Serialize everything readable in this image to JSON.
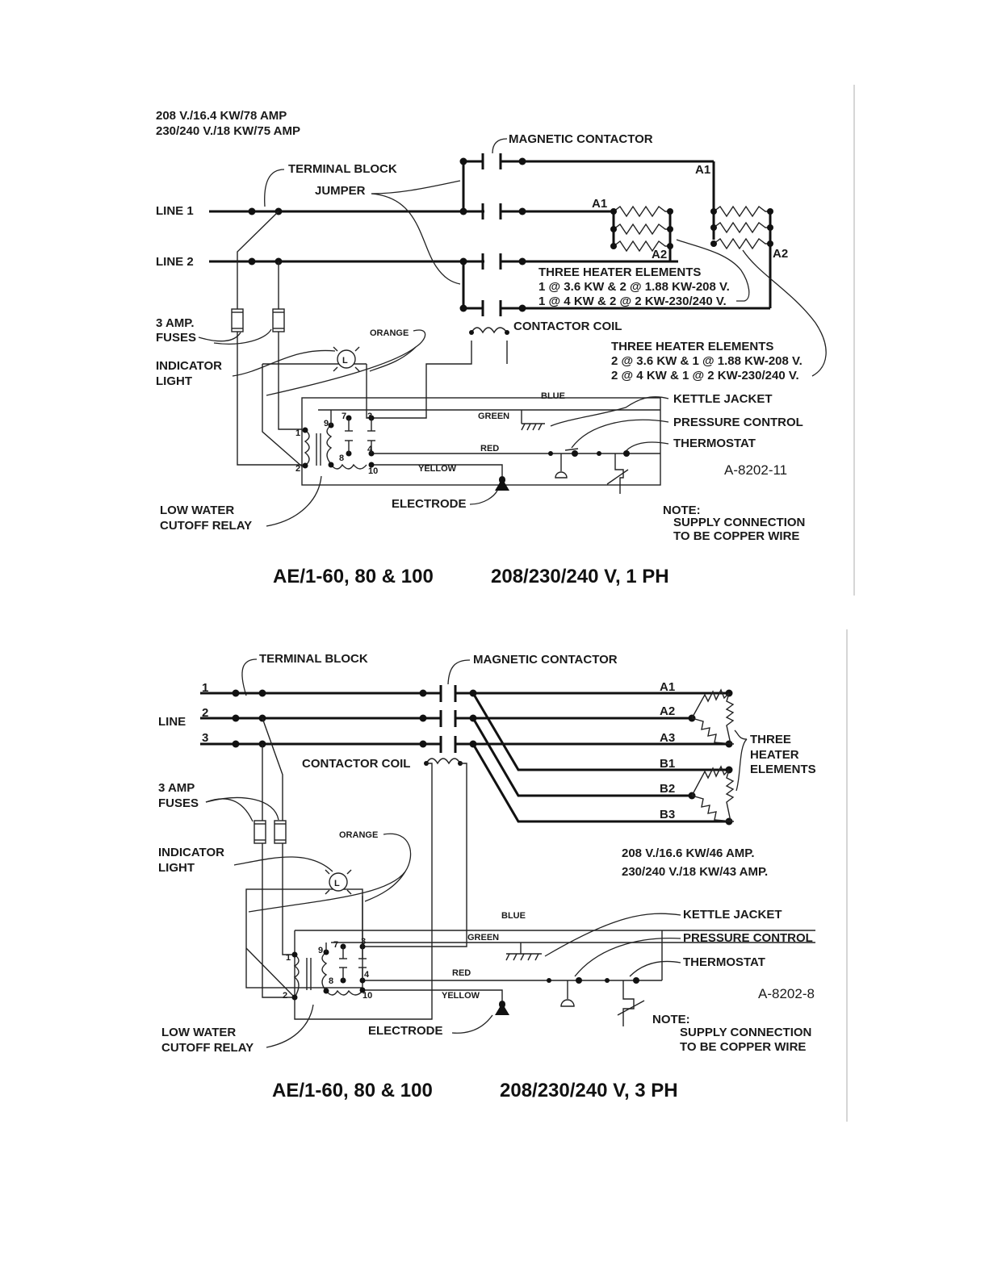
{
  "diagram_1ph": {
    "rating_line1": "208 V./16.4 KW/78 AMP",
    "rating_line2": "230/240 V./18 KW/75 AMP",
    "terminal_block": "TERMINAL BLOCK",
    "jumper": "JUMPER",
    "magnetic_contactor": "MAGNETIC CONTACTOR",
    "line1": "LINE 1",
    "line2": "LINE 2",
    "a1_left": "A1",
    "a2_left": "A2",
    "a1_right": "A1",
    "a2_right": "A2",
    "heater_set1": {
      "title": "THREE HEATER ELEMENTS",
      "line1": "1 @ 3.6 KW & 2 @ 1.88 KW-208 V.",
      "line2": "1 @ 4 KW & 2 @ 2 KW-230/240 V."
    },
    "heater_set2": {
      "title": "THREE HEATER ELEMENTS",
      "line1": "2 @ 3.6 KW & 1 @ 1.88 KW-208 V.",
      "line2": "2 @ 4 KW & 1 @ 2 KW-230/240 V."
    },
    "fuses_1": "3 AMP.",
    "fuses_2": "FUSES",
    "indicator_1": "INDICATOR",
    "indicator_2": "LIGHT",
    "lamp_letter": "L",
    "orange": "ORANGE",
    "contactor_coil": "CONTACTOR COIL",
    "blue": "BLUE",
    "green": "GREEN",
    "red": "RED",
    "yellow": "YELLOW",
    "kettle_jacket": "KETTLE JACKET",
    "pressure_control": "PRESSURE CONTROL",
    "thermostat": "THERMOSTAT",
    "drawing_code": "A-8202-11",
    "electrode": "ELECTRODE",
    "lwc_1": "LOW WATER",
    "lwc_2": "CUTOFF RELAY",
    "note_title": "NOTE:",
    "note_1": "SUPPLY CONNECTION",
    "note_2": "TO BE COPPER WIRE",
    "terminals": [
      "1",
      "2",
      "3",
      "4",
      "7",
      "8",
      "9",
      "10"
    ],
    "title_model": "AE/1-60,  80 & 100",
    "title_power": "208/230/240 V, 1 PH"
  },
  "diagram_3ph": {
    "terminal_block": "TERMINAL BLOCK",
    "magnetic_contactor": "MAGNETIC CONTACTOR",
    "line": "LINE",
    "line_nums": [
      "1",
      "2",
      "3"
    ],
    "outputs": [
      "A1",
      "A2",
      "A3",
      "B1",
      "B2",
      "B3"
    ],
    "heater_1": "THREE",
    "heater_2": "HEATER",
    "heater_3": "ELEMENTS",
    "contactor_coil": "CONTACTOR COIL",
    "fuses_1": "3 AMP",
    "fuses_2": "FUSES",
    "indicator_1": "INDICATOR",
    "indicator_2": "LIGHT",
    "lamp_letter": "L",
    "orange": "ORANGE",
    "rating_line1": "208 V./16.6 KW/46 AMP.",
    "rating_line2": "230/240 V./18 KW/43 AMP.",
    "blue": "BLUE",
    "green": "GREEN",
    "red": "RED",
    "yellow": "YELLOW",
    "kettle_jacket": "KETTLE JACKET",
    "pressure_control": "PRESSURE CONTROL",
    "thermostat": "THERMOSTAT",
    "drawing_code": "A-8202-8",
    "electrode": "ELECTRODE",
    "lwc_1": "LOW WATER",
    "lwc_2": "CUTOFF RELAY",
    "note_title": "NOTE:",
    "note_1": "SUPPLY CONNECTION",
    "note_2": "TO BE COPPER WIRE",
    "terminals": [
      "1",
      "2",
      "3",
      "4",
      "7",
      "8",
      "9",
      "10"
    ],
    "title_model": "AE/1-60,  80 & 100",
    "title_power": "208/230/240 V, 3 PH"
  }
}
